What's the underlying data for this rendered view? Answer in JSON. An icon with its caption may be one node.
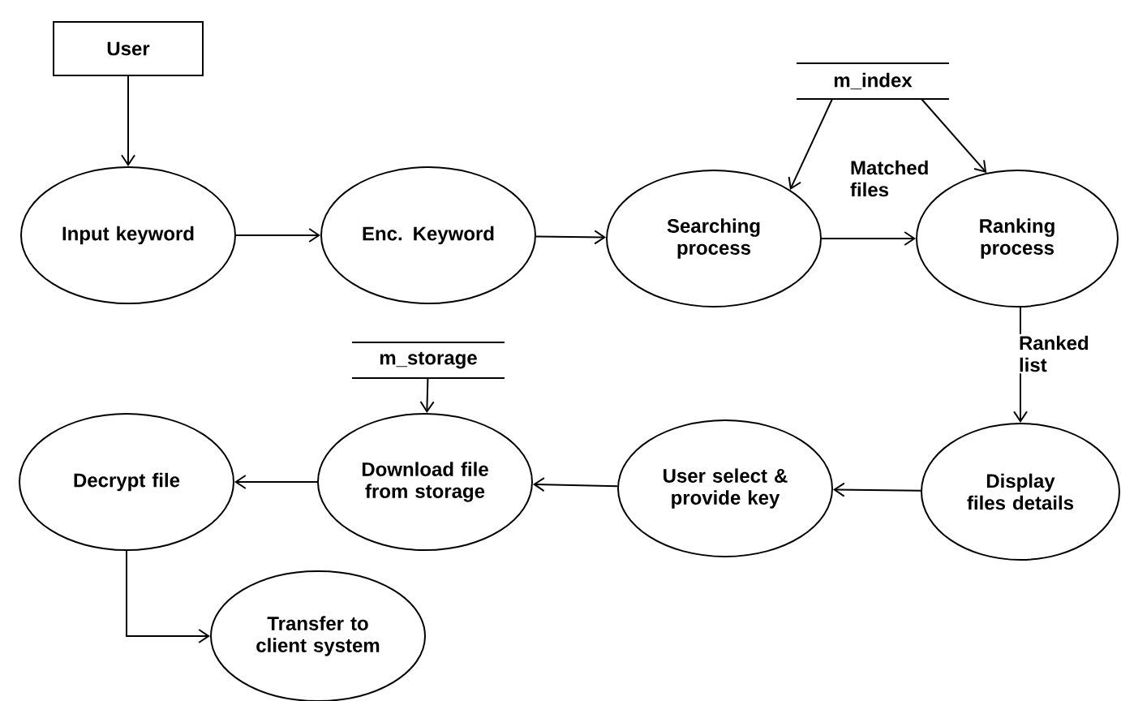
{
  "diagram": {
    "nodes": [
      {
        "text": [
          "User"
        ]
      },
      {
        "text": [
          "Input keyword"
        ]
      },
      {
        "text": [
          "Enc. Keyword"
        ]
      },
      {
        "text": [
          "Searching process"
        ]
      },
      {
        "text": [
          "Ranking process"
        ]
      },
      {
        "text": [
          "m_index"
        ]
      },
      {
        "text": [
          "Display files details"
        ]
      },
      {
        "text": [
          "User select & provide key"
        ]
      },
      {
        "text": [
          "Download file from storage"
        ]
      },
      {
        "text": [
          "Decrypt file"
        ]
      },
      {
        "text": [
          "Transfer to client system"
        ]
      },
      {
        "text": [
          "m_storage"
        ]
      }
    ],
    "edges": [
      {
        "from": 0,
        "to": 1,
        "arrow": "to"
      },
      {
        "from": 1,
        "to": 2,
        "arrow": "to"
      },
      {
        "from": 2,
        "to": 3,
        "arrow": "to"
      },
      {
        "from": 3,
        "to": 4,
        "arrow": "to",
        "label": "Matched files"
      },
      {
        "from": 5,
        "to": 3,
        "arrow": "to"
      },
      {
        "from": 5,
        "to": 4,
        "arrow": "to"
      },
      {
        "from": 4,
        "to": 6,
        "arrow": "to",
        "label": "Ranked list"
      },
      {
        "from": 6,
        "to": 7,
        "arrow": "to"
      },
      {
        "from": 7,
        "to": 8,
        "arrow": "to"
      },
      {
        "from": 11,
        "to": 8,
        "arrow": "to"
      },
      {
        "from": 8,
        "to": 9,
        "arrow": "to"
      },
      {
        "from": 9,
        "to": 10,
        "arrow": "to"
      }
    ]
  }
}
